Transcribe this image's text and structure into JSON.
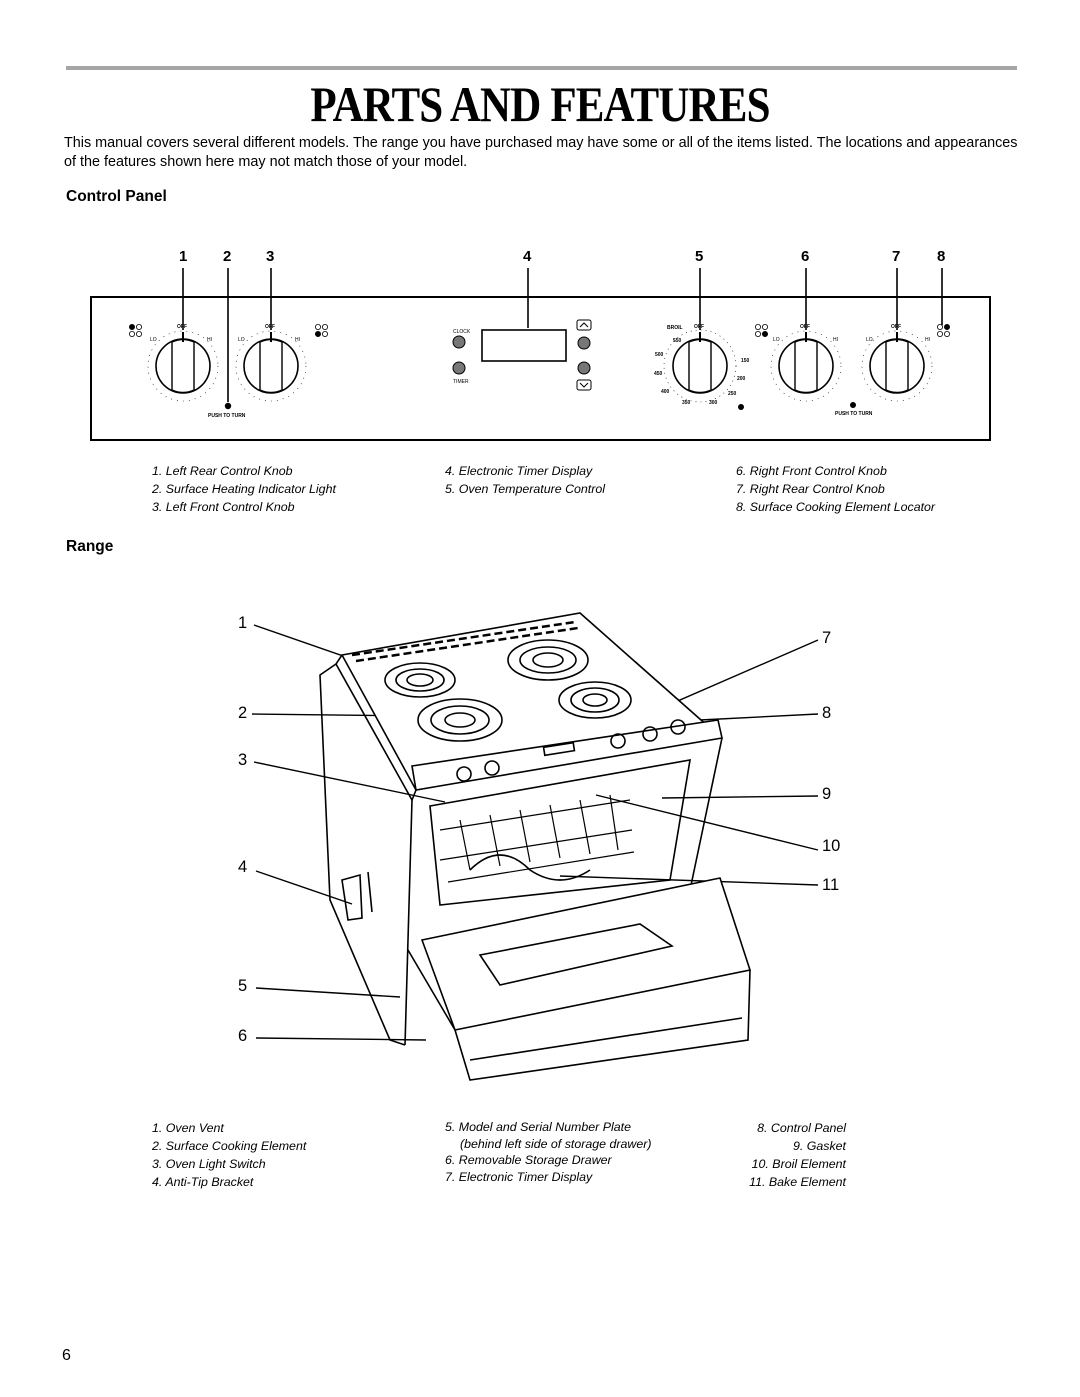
{
  "page": {
    "title": "PARTS AND FEATURES",
    "intro": "This manual covers several different models. The range you have purchased may have some or all of the items listed. The locations and appearances of the features shown here may not match those of your model.",
    "page_number": "6"
  },
  "control_panel": {
    "heading": "Control Panel",
    "callouts": [
      "1",
      "2",
      "3",
      "4",
      "5",
      "6",
      "7",
      "8"
    ],
    "knob_labels": {
      "off": "OFF",
      "lo": "LO",
      "hi": "HI",
      "push_to_turn": "PUSH TO TURN",
      "broil": "BROIL",
      "clock": "CLOCK",
      "timer": "TIMER"
    },
    "oven_temps": [
      "550",
      "500",
      "450",
      "400",
      "350",
      "300",
      "250",
      "200",
      "150"
    ],
    "legend": [
      [
        "1. Left Rear Control Knob",
        "2. Surface Heating Indicator Light",
        "3. Left Front Control Knob"
      ],
      [
        "4. Electronic Timer Display",
        "5. Oven Temperature Control"
      ],
      [
        "6. Right Front Control Knob",
        "7. Right Rear Control Knob",
        "8. Surface Cooking Element Locator"
      ]
    ]
  },
  "range": {
    "heading": "Range",
    "callouts_left": [
      "1",
      "2",
      "3",
      "4",
      "5",
      "6"
    ],
    "callouts_right": [
      "7",
      "8",
      "9",
      "10",
      "11"
    ],
    "legend": [
      [
        "1. Oven Vent",
        "2. Surface Cooking Element",
        "3. Oven Light Switch",
        "4. Anti-Tip Bracket"
      ],
      [
        "5. Model and Serial Number Plate",
        "(behind left side of storage drawer)",
        "6. Removable Storage Drawer",
        "7. Electronic Timer Display"
      ],
      [
        "8. Control Panel",
        "9. Gasket",
        "10. Broil Element",
        "11. Bake Element"
      ]
    ]
  }
}
